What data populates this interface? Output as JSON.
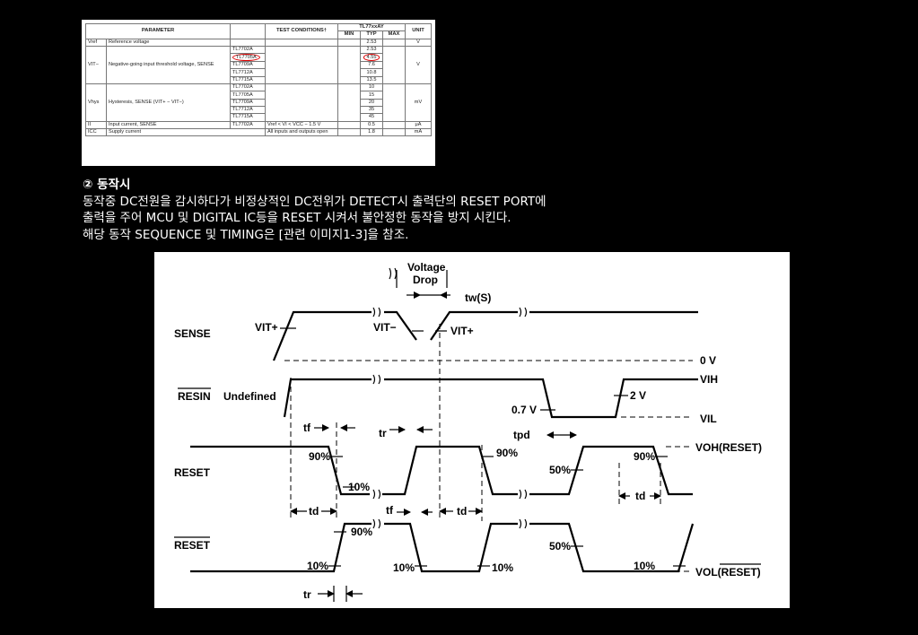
{
  "table": {
    "headers": {
      "parameter": "PARAMETER",
      "test_conditions": "TEST CONDITIONS†",
      "device": "TL77xxAY",
      "min": "MIN",
      "typ": "TYP",
      "max": "MAX",
      "unit": "UNIT"
    },
    "rows": {
      "vref": {
        "symbol": "Vref",
        "param": "Reference voltage",
        "typ": "2.53",
        "unit": "V"
      },
      "vit": {
        "symbol": "VIT−",
        "param": "Negative-going input threshold voltage, SENSE",
        "unit": "V",
        "devices": [
          "TL7702A",
          "TL7705A",
          "TL7709A",
          "TL7712A",
          "TL7715A"
        ],
        "typ": [
          "2.53",
          "4.55",
          "7.6",
          "10.8",
          "13.5"
        ]
      },
      "vhys": {
        "symbol": "Vhys",
        "param": "Hysteresis, SENSE (VIT+ − VIT−)",
        "unit": "mV",
        "devices": [
          "TL7702A",
          "TL7705A",
          "TL7709A",
          "TL7712A",
          "TL7715A"
        ],
        "typ": [
          "10",
          "15",
          "20",
          "35",
          "45"
        ]
      },
      "ii": {
        "symbol": "II",
        "param": "Input current, SENSE",
        "device": "TL7702A",
        "cond": "Vref < VI < VCC − 1.5 V",
        "typ": "0.5",
        "unit": "μA"
      },
      "icc": {
        "symbol": "ICC",
        "param": "Supply current",
        "cond": "All inputs and outputs open",
        "typ": "1.8",
        "unit": "mA"
      }
    }
  },
  "text": {
    "heading": "② 동작시",
    "line1": "동작중 DC전원을 감시하다가 비정상적인 DC전위가 DETECT시 출력단의 RESET PORT에",
    "line2": "출력을 주어 MCU 및 DIGITAL IC등을 RESET 시켜서 불안정한 동작을 방지 시킨다.",
    "line3": "해당 동작 SEQUENCE 및 TIMING은 [관련 이미지1-3]을 참조."
  },
  "diagram": {
    "signals": {
      "sense": "SENSE",
      "resin": "RESIN",
      "reset": "RESET",
      "reset_bar": "RESET"
    },
    "labels": {
      "voltage": "Voltage",
      "drop": "Drop",
      "tws": "tw(S)",
      "vit_plus": "VIT+",
      "vit_minus": "VIT−",
      "vit_plus2": "VIT+",
      "zero_v": "0 V",
      "vih": "VIH",
      "vil": "VIL",
      "undefined": "Undefined",
      "v07": "0.7 V",
      "v2": "2 V",
      "tf1": "tf",
      "tr1": "tr",
      "tpd": "tpd",
      "tf2": "tf",
      "tr2": "tr",
      "td1": "td",
      "td2": "td",
      "td3": "td",
      "p90a": "90%",
      "p10a": "10%",
      "p90b": "90%",
      "p50a": "50%",
      "p90c": "90%",
      "p90d": "90%",
      "p10b": "10%",
      "p10c": "10%",
      "p10d": "10%",
      "p50b": "50%",
      "p10e": "10%",
      "voh": "VOH(RESET)",
      "vol": "VOL(RESET)"
    }
  }
}
